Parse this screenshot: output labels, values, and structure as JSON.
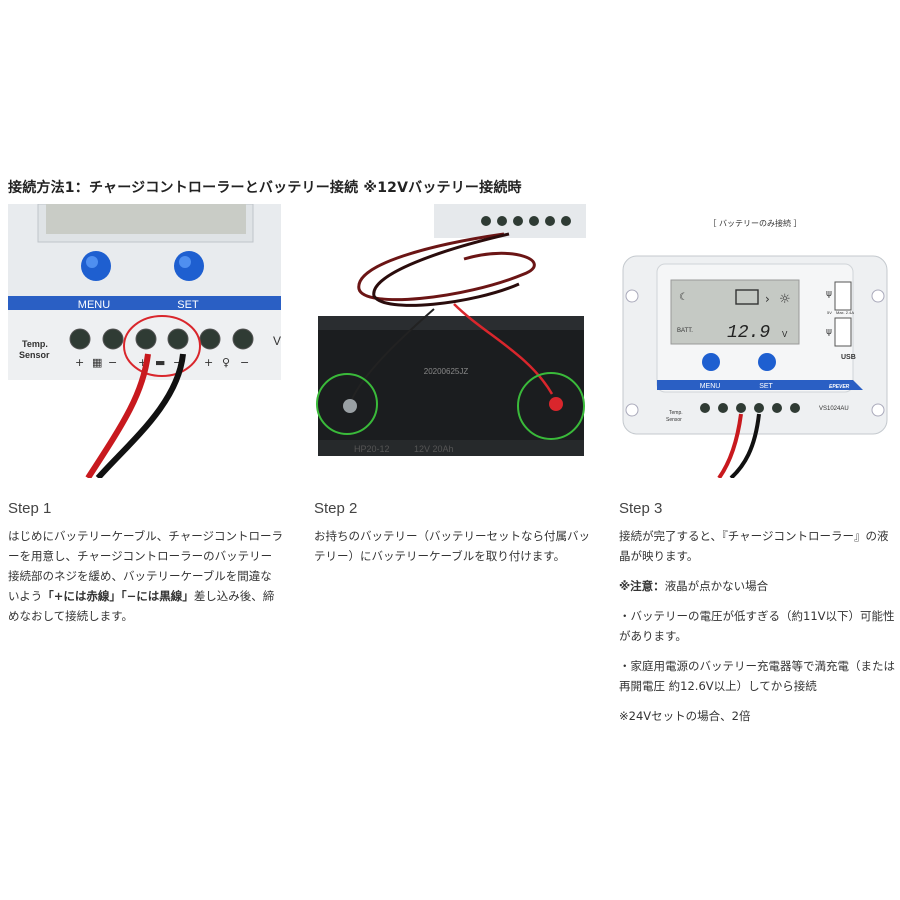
{
  "heading": {
    "main": "接続方法1：チャージコントローラーとバッテリー接続",
    "note": "※12Vバッテリー接続時"
  },
  "panel1": {
    "menu": "MENU",
    "set": "SET",
    "temp1": "Temp.",
    "temp2": "Sensor",
    "model_cut": "V"
  },
  "panel2": {
    "battery_code": "20200625JZ",
    "battery_model": "HP20-12",
    "battery_spec": "12V 20Ah"
  },
  "panel3": {
    "caption": "［ バッテリーのみ接続 ］",
    "voltage": "12.9",
    "volt_unit": "V",
    "batt": "BATT.",
    "menu": "MENU",
    "set": "SET",
    "temp1": "Temp.",
    "temp2": "Sensor",
    "brand": "EPEVER",
    "model": "VS1024AU",
    "usb": "USB",
    "usb_5v": "5V",
    "usb_max": "Max. 2.4A"
  },
  "step1": {
    "label": "Step 1",
    "t1": "はじめにバッテリーケーブル、チャージコントローラーを用意し、チャージコントローラーのバッテリー接続部のネジを緩め、バッテリーケーブルを間違ないよう",
    "b1": "「+には赤線」「−には黒線」",
    "t2": "差し込み後、締めなおして接続します。"
  },
  "step2": {
    "label": "Step 2",
    "text": "お持ちのバッテリー（バッテリーセットなら付属バッテリー）にバッテリーケーブルを取り付けます。"
  },
  "step3": {
    "label": "Step 3",
    "text": "接続が完了すると、『チャージコントローラー』の液晶が映ります。",
    "caution_b": "※注意：",
    "caution_t": "液晶が点かない場合",
    "item1": "・バッテリーの電圧が低すぎる（約11V以下）可能性があります。",
    "item2": "・家庭用電源のバッテリー充電器等で満充電（または再開電圧 約12.6V以上）してから接続",
    "item3": "※24Vセットの場合、2倍"
  }
}
